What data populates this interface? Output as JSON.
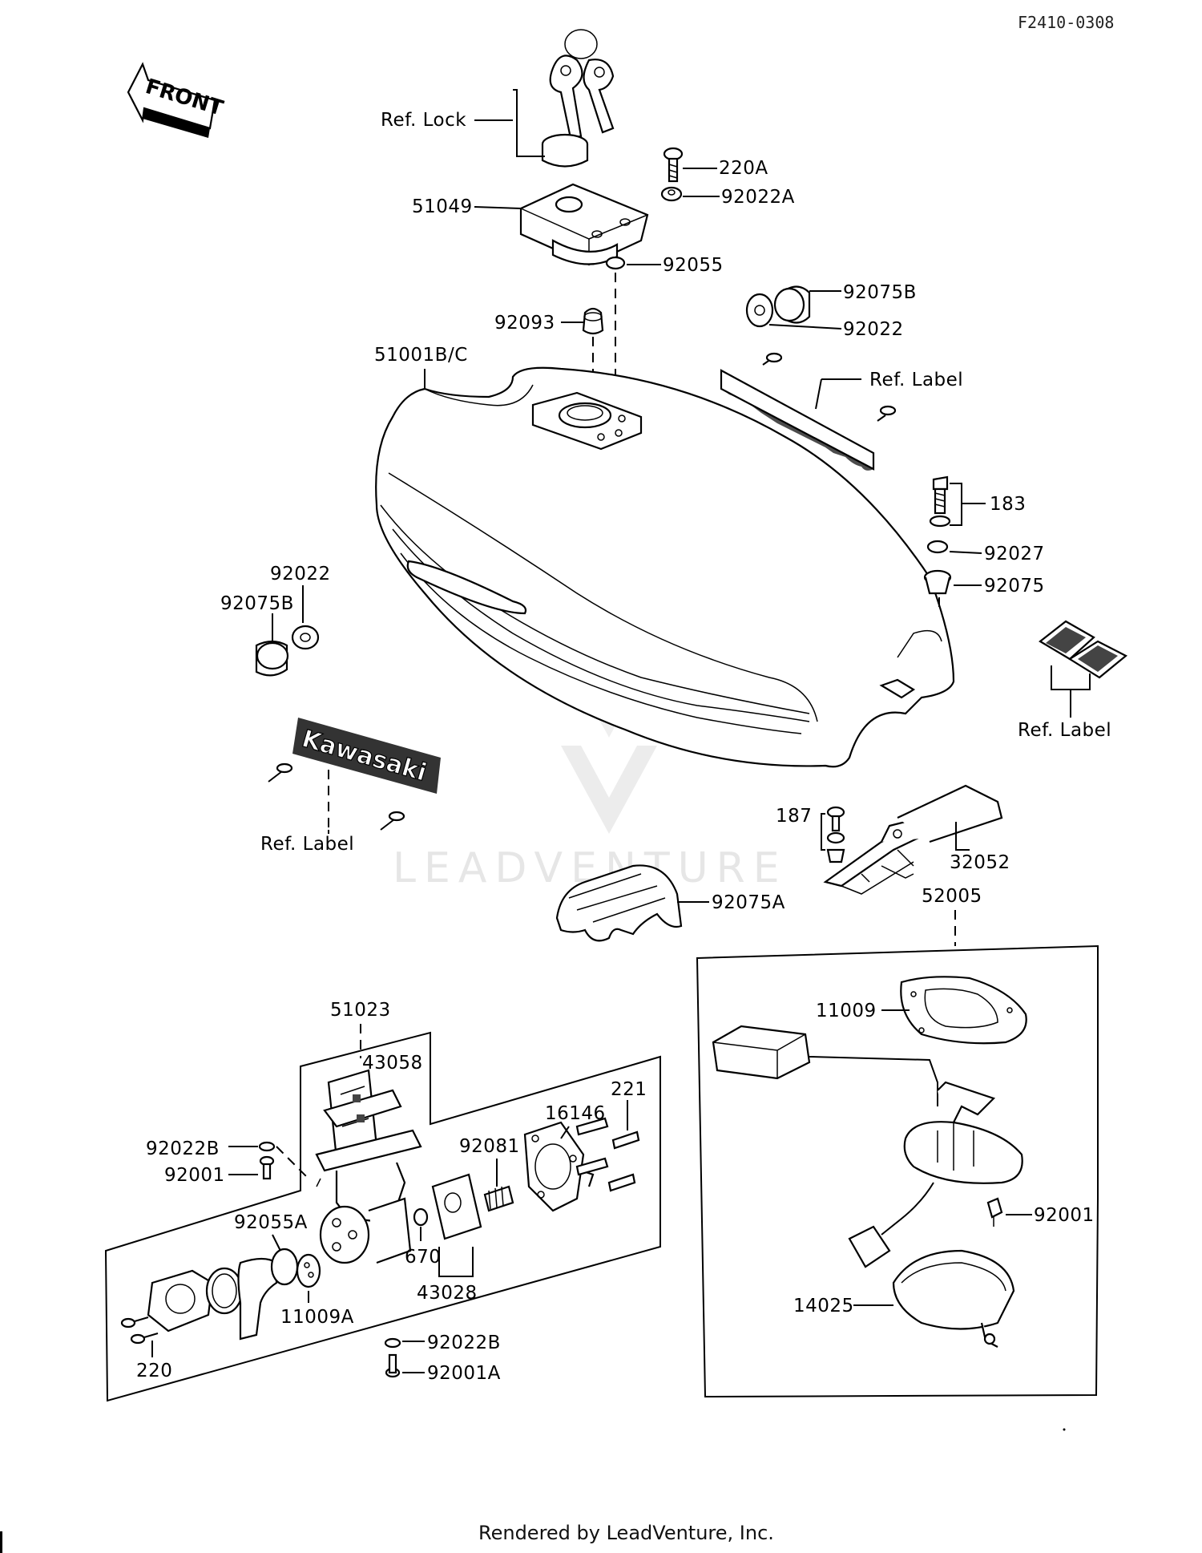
{
  "diagram_code": "F2410-0308",
  "front_arrow_label": "FRONT",
  "emblem_text": "Kawasaki",
  "watermark": "LEADVENTURE",
  "footer": "Rendered by LeadVenture, Inc.",
  "callouts": {
    "ref_lock": "Ref. Lock",
    "p220A": "220A",
    "p92022A": "92022A",
    "p51049": "51049",
    "p92055": "92055",
    "p92075B_top": "92075B",
    "p92022_top": "92022",
    "p92093": "92093",
    "p51001BC": "51001B/C",
    "ref_label_top": "Ref.  Label",
    "p183": "183",
    "p92027": "92027",
    "p92075": "92075",
    "p92022_left": "92022",
    "p92075B_left": "92075B",
    "ref_label_right": "Ref. Label",
    "ref_label_left": "Ref.  Label",
    "p187": "187",
    "p32052": "32052",
    "p92075A": "92075A",
    "p52005": "52005",
    "p51023": "51023",
    "p43058": "43058",
    "p16146": "16146",
    "p221": "221",
    "p92081": "92081",
    "p92022B_left": "92022B",
    "p92001_left": "92001",
    "p92055A": "92055A",
    "p670": "670",
    "p43028": "43028",
    "p11009A": "11009A",
    "p220": "220",
    "p92022B_bottom": "92022B",
    "p92001A": "92001A",
    "p11009": "11009",
    "p92001_right": "92001",
    "p14025": "14025"
  }
}
